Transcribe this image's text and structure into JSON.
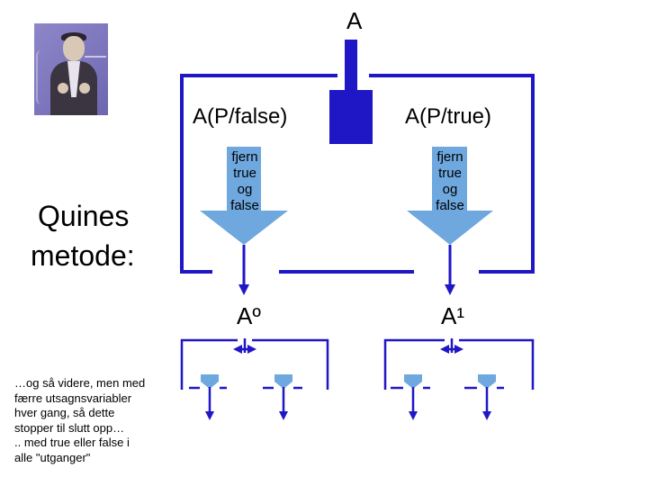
{
  "top_label": "A",
  "left_branch_label": "A(P/false)",
  "right_branch_label": "A(P/true)",
  "left_arrow_text": [
    "fjern",
    "true",
    "og",
    "false"
  ],
  "right_arrow_text": [
    "fjern",
    "true",
    "og",
    "false"
  ],
  "left_result_label": "Aº",
  "right_result_label": "A¹",
  "method_title": [
    "Quines",
    "metode:"
  ],
  "note_lines": [
    "…og så videre, men med",
    "færre utsagnsvariabler",
    "hver gang, så dette",
    "stopper til slutt opp…",
    ".. med true eller false i",
    "alle \"utganger\""
  ],
  "colors": {
    "box_line": "#1f17c6",
    "big_arrow_fill": "#6ea8df",
    "thin_arrow": "#1f17c6",
    "photo_bg": "#8e86c8"
  }
}
